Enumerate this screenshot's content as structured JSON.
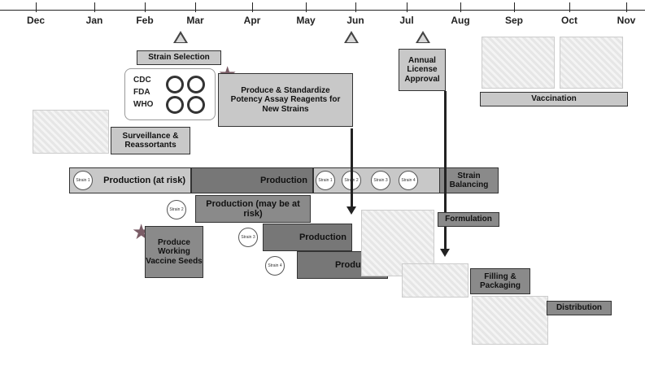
{
  "timeline": {
    "months": [
      "Dec",
      "Jan",
      "Feb",
      "Mar",
      "Apr",
      "May",
      "Jun",
      "Jul",
      "Aug",
      "Sep",
      "Oct",
      "Nov"
    ]
  },
  "steps": {
    "strain_selection": "Strain Selection",
    "produce_standardize": "Produce & Standardize Potency Assay Reagents for New Strains",
    "annual_license": "Annual License Approval",
    "vaccination": "Vaccination",
    "surveillance": "Surveillance & Reassortants",
    "strain_balancing": "Strain Balancing",
    "formulation": "Formulation",
    "produce_working_seeds": "Produce Working Vaccine Seeds",
    "filling_packaging": "Filling & Packaging",
    "distribution": "Distribution"
  },
  "agencies": [
    "CDC",
    "FDA",
    "WHO"
  ],
  "production": {
    "at_risk": "Production (at risk)",
    "main": "Production",
    "maybe_at_risk": "Production (may be at risk)",
    "bar3": "Production",
    "bar4": "Production"
  },
  "strains": [
    "Strain 1",
    "Strain 2",
    "Strain 3",
    "Strain 4"
  ],
  "strain_short": {
    "s1": "Strain 1",
    "s2": "Strain 2",
    "s3": "Strain 3",
    "s4": "Strain 4"
  },
  "colors": {
    "light_box": "#c8c8c8",
    "dark_bar": "#777777",
    "mid_bar": "#8a8a8a",
    "star": "#7a5c66"
  }
}
